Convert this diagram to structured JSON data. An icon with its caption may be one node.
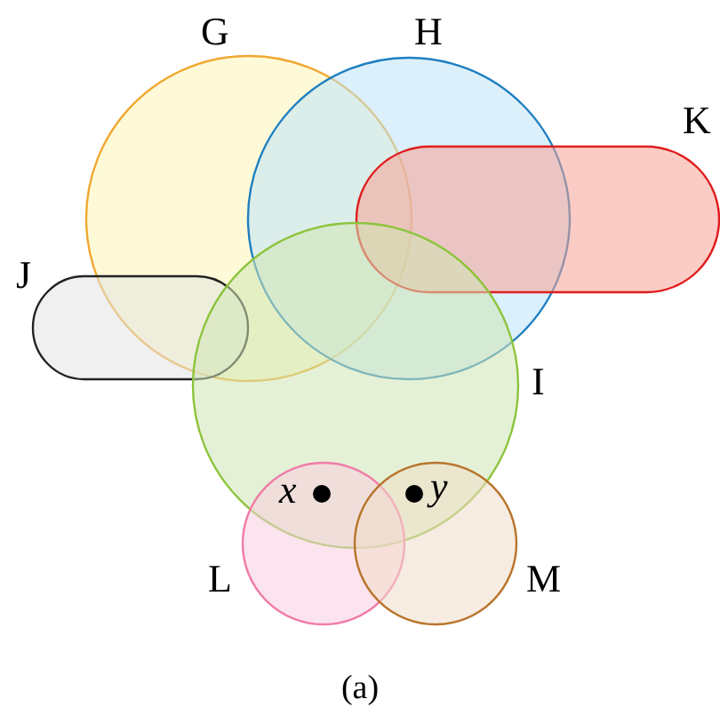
{
  "diagram": {
    "caption": "(a)",
    "nodes": [
      {
        "text": [
          "G"
        ]
      },
      {
        "text": [
          "H"
        ]
      },
      {
        "text": [
          "K"
        ]
      },
      {
        "text": [
          "J"
        ]
      },
      {
        "text": [
          "I"
        ]
      },
      {
        "text": [
          "L"
        ]
      },
      {
        "text": [
          "M"
        ]
      }
    ],
    "labels": [
      "x",
      "y"
    ]
  }
}
